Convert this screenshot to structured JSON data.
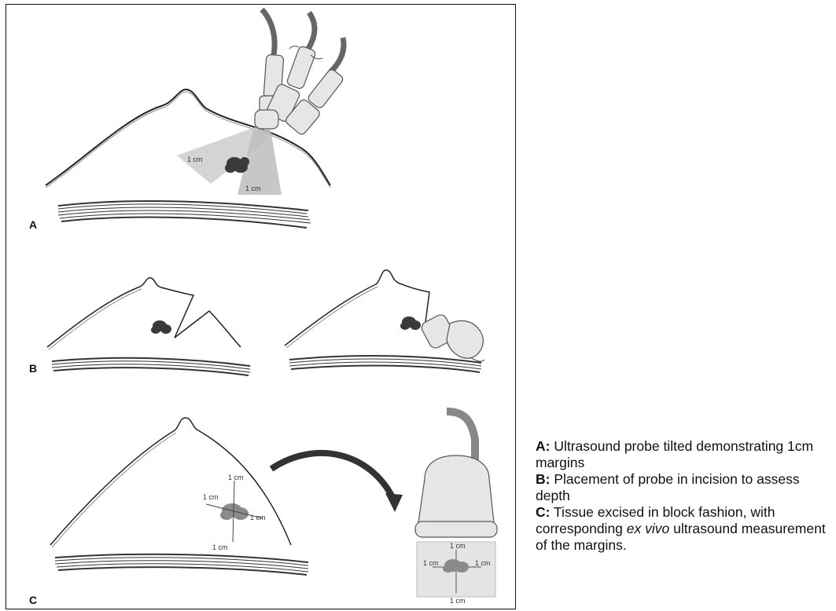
{
  "panels": {
    "a_letter": "A",
    "b_letter": "B",
    "c_letter": "C"
  },
  "panel_a": {
    "margin_label_left": "1 cm",
    "margin_label_bottom": "1 cm"
  },
  "panel_c": {
    "breast_labels": {
      "top": "1 cm",
      "left": "1 cm",
      "right": "1 cm",
      "bottom": "1 cm"
    },
    "exvivo_labels": {
      "top": "1 cm",
      "left": "1 cm",
      "right": "1 cm",
      "bottom": "1 cm"
    }
  },
  "caption": {
    "a_key": "A:",
    "a_text": " Ultrasound probe tilted demonstrating 1cm margins",
    "b_key": "B:",
    "b_text": " Placement of probe in incision to assess depth",
    "c_key": "C:",
    "c_text_before": " Tissue excised in block fashion, with corresponding ",
    "c_text_italic": "ex vivo",
    "c_text_after": " ultrasound measurement of the margins."
  },
  "colors": {
    "line": "#222222",
    "beam": "#cfcfcf",
    "tumor": "#444444",
    "probe": "#e6e6e6"
  }
}
